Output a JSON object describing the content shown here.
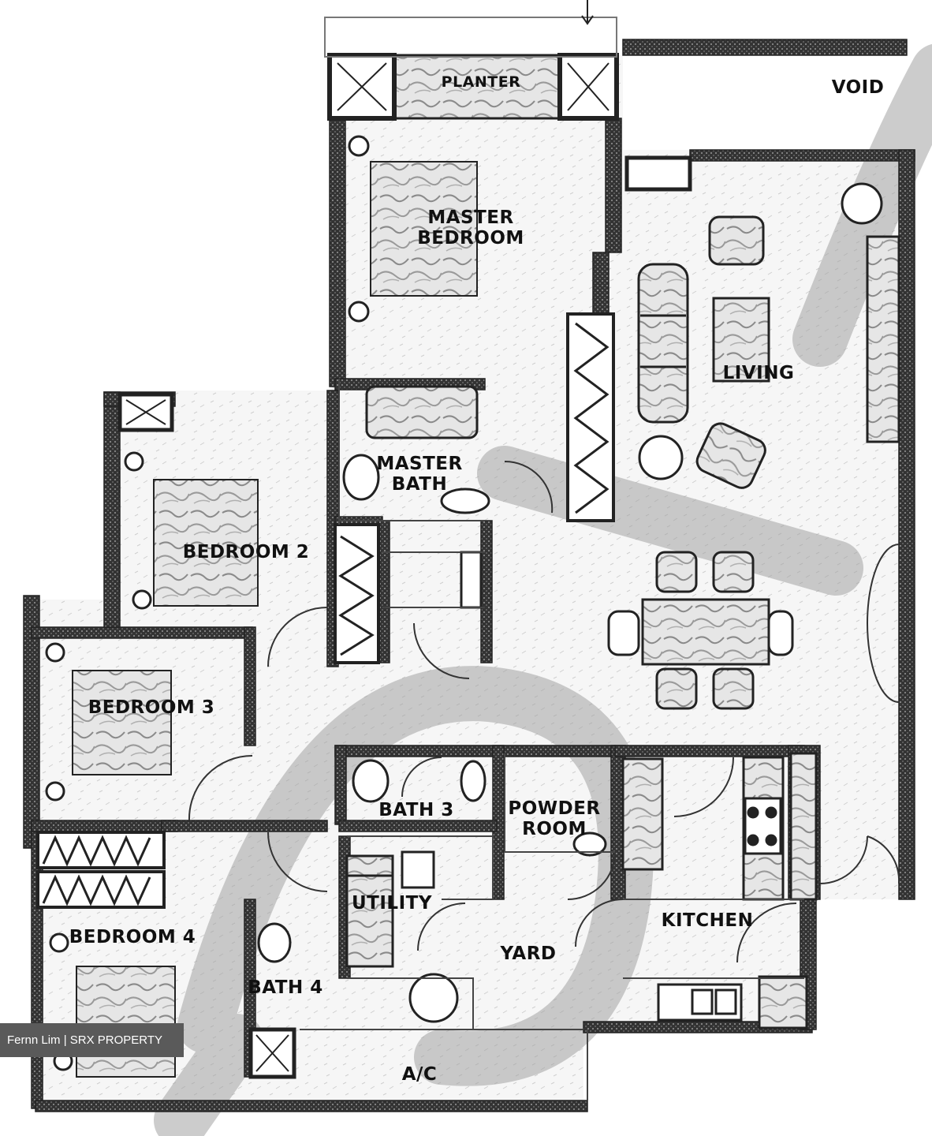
{
  "floorplan": {
    "rooms": [
      {
        "id": "planter",
        "lines": [
          "PLANTER"
        ]
      },
      {
        "id": "void",
        "lines": [
          "VOID"
        ]
      },
      {
        "id": "master-bedroom",
        "lines": [
          "MASTER",
          "BEDROOM"
        ]
      },
      {
        "id": "living",
        "lines": [
          "LIVING"
        ]
      },
      {
        "id": "master-bath",
        "lines": [
          "MASTER",
          "BATH"
        ]
      },
      {
        "id": "bedroom-2",
        "lines": [
          "BEDROOM  2"
        ]
      },
      {
        "id": "bedroom-3",
        "lines": [
          "BEDROOM  3"
        ]
      },
      {
        "id": "bath-3",
        "lines": [
          "BATH  3"
        ]
      },
      {
        "id": "powder-room",
        "lines": [
          "POWDER",
          "ROOM"
        ]
      },
      {
        "id": "kitchen",
        "lines": [
          "KITCHEN"
        ]
      },
      {
        "id": "utility",
        "lines": [
          "UTILITY"
        ]
      },
      {
        "id": "yard",
        "lines": [
          "YARD"
        ]
      },
      {
        "id": "bedroom-4",
        "lines": [
          "BEDROOM  4"
        ]
      },
      {
        "id": "bath-4",
        "lines": [
          "BATH  4"
        ]
      },
      {
        "id": "ac-ledge",
        "lines": [
          "A/C"
        ]
      }
    ]
  },
  "credit": "Fernn Lim | SRX PROPERTY",
  "colors": {
    "wall": "#2b2b2b",
    "line": "#333333",
    "floor": "#f4f4f4",
    "watermark": "#9a9a9a",
    "credit_bg": "#5a5a5a"
  }
}
